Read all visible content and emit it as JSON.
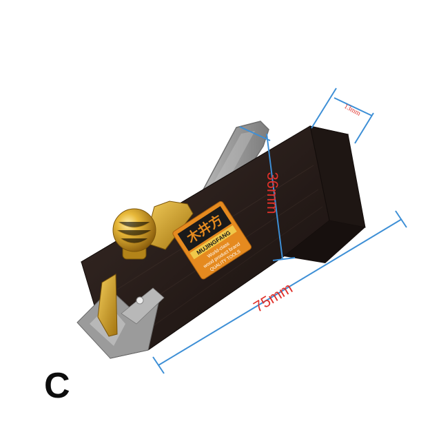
{
  "product": {
    "variant_letter": "C",
    "label": {
      "chinese_brand": "木井方",
      "english_brand": "MUJINGFANG",
      "tagline_line1": "World-class",
      "tagline_line2": "wood product brand",
      "quality": "QUALITY TOOLS"
    },
    "dimensions": {
      "length": "75mm",
      "height": "36mm",
      "width": "13mm"
    }
  },
  "colors": {
    "wood": "#2a1f1c",
    "wood_highlight": "#3d2f2a",
    "brass": "#d9a520",
    "brass_highlight": "#f5d36a",
    "steel": "#a9a9a9",
    "dimension_line": "#3d8fd6",
    "dimension_text": "#e0312a",
    "label_orange": "#e58a1f"
  }
}
